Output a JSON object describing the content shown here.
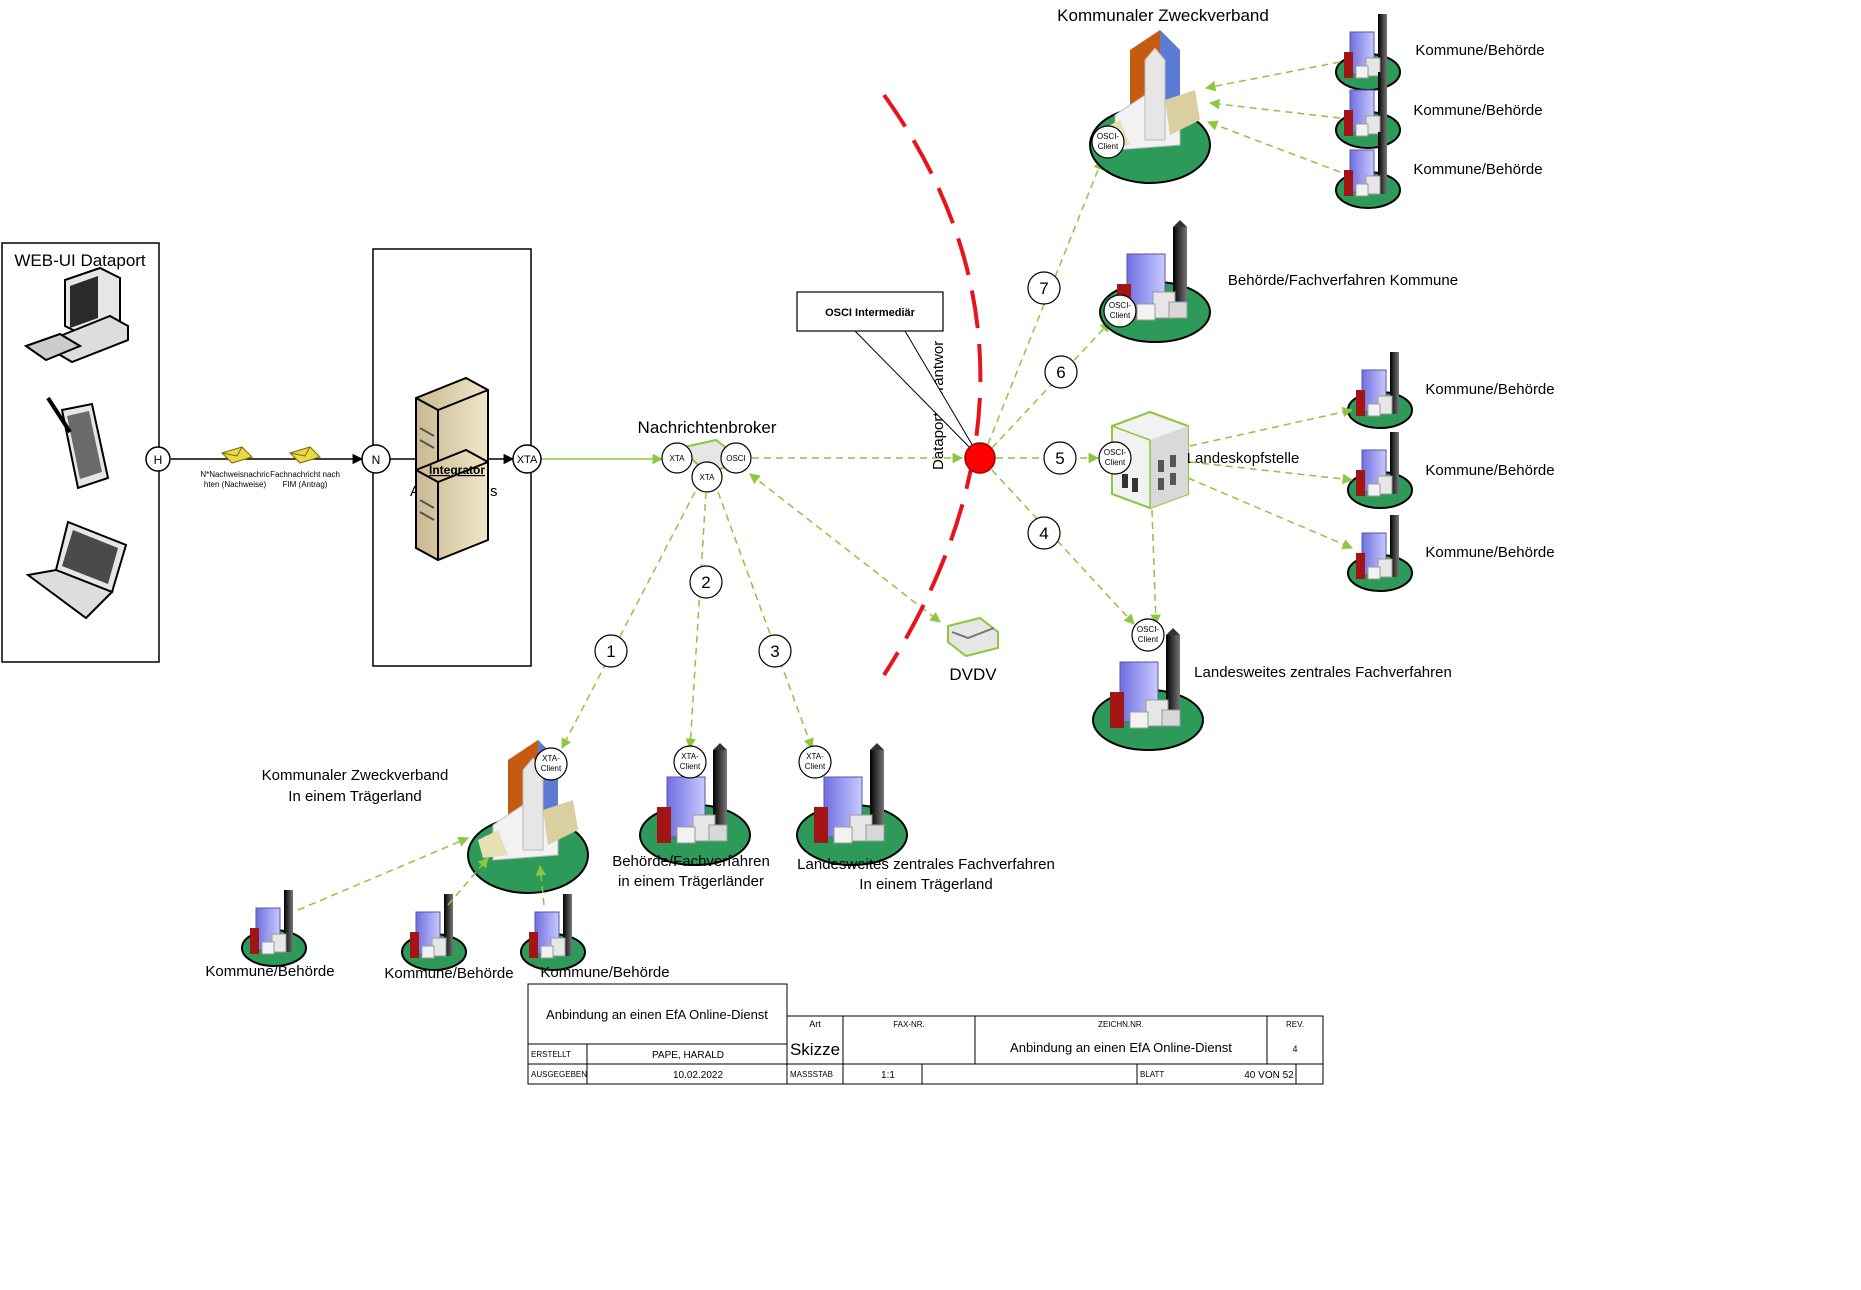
{
  "left_panel": {
    "title": "WEB-UI Dataport"
  },
  "connectors": {
    "h": "H",
    "n": "N",
    "xta": "XTA"
  },
  "messages": {
    "msg1": [
      "N*Nachweisnachric",
      "hten (Nachweise)"
    ],
    "msg2": [
      "Fachnachricht nach",
      "FIM (Antrag)"
    ]
  },
  "integrator": {
    "label": "Integrator",
    "partial_label": "A",
    "partial_label2": "s"
  },
  "broker": {
    "title": "Nachrichtenbroker",
    "port_xta1": "XTA",
    "port_osci": "OSCI",
    "port_xta2": "XTA"
  },
  "intermediary": {
    "callout": "OSCI Intermediär",
    "vertical_label": "Dataport Verantwor"
  },
  "dvdv": {
    "label": "DVDV"
  },
  "numbers": [
    "1",
    "2",
    "3",
    "4",
    "5",
    "6",
    "7"
  ],
  "clients": {
    "osci": [
      "OSCI-",
      "Client"
    ],
    "xta": [
      "XTA-",
      "Client"
    ]
  },
  "right_nodes": {
    "zweckverband": "Kommunaler Zweckverband",
    "kommune1": "Kommune/Behörde",
    "kommune2": "Kommune/Behörde",
    "kommune3": "Kommune/Behörde",
    "fachverfahren_kommune": "Behörde/Fachverfahren Kommune",
    "kommune4": "Kommune/Behörde",
    "kommune5": "Kommune/Behörde",
    "kommune6": "Kommune/Behörde",
    "landeskopfstelle": "Landeskopfstelle",
    "landesweit": "Landesweites zentrales Fachverfahren"
  },
  "bottom_nodes": {
    "zweckverband": [
      "Kommunaler Zweckverband",
      "In einem Trägerland"
    ],
    "fachverfahren": [
      "Behörde/Fachverfahren",
      "in einem Trägerländer"
    ],
    "landesweit": [
      "Landesweites zentrales Fachverfahren",
      "In einem Trägerland"
    ],
    "kommune1": "Kommune/Behörde",
    "kommune2": "Kommune/Behörde",
    "kommune3": "Kommune/Behörde"
  },
  "title_block": {
    "title": "Anbindung an einen EfA Online-Dienst",
    "art_label": "Art",
    "art_value": "Skizze",
    "fax_label": "FAX-NR.",
    "zeich_label": "ZEICHN.NR.",
    "zeich_value": "Anbindung an einen EfA Online-Dienst",
    "rev_label": "REV.",
    "rev_value": "4",
    "erstellt_label": "ERSTELLT",
    "erstellt_value": "PAPE, HARALD",
    "ausgegeben_label": "AUSGEGEBEN",
    "ausgegeben_value": "10.02.2022",
    "massstab_label": "MASSSTAB",
    "massstab_value": "1:1",
    "blatt_label": "BLATT",
    "blatt_value": "40 VON 52"
  },
  "colors": {
    "link": "#8dc63f",
    "boundary": "#e8141b",
    "title_text": "#1f4e79"
  }
}
